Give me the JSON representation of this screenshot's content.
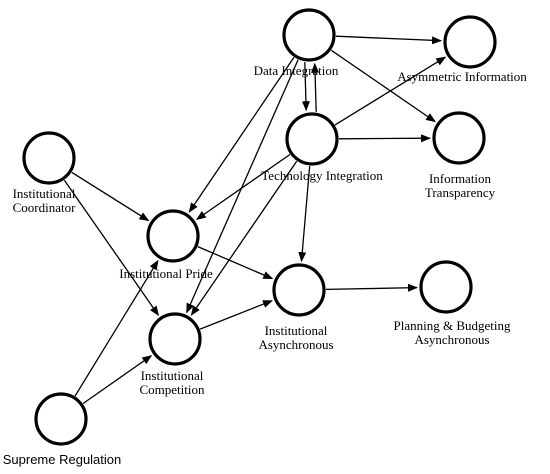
{
  "diagram": {
    "nodes": [
      {
        "id": "data_integration",
        "label": [
          "Data Integration"
        ]
      },
      {
        "id": "asymmetric_information",
        "label": [
          "Asymmetric Information"
        ]
      },
      {
        "id": "technology_integration",
        "label": [
          "Technology Integration"
        ]
      },
      {
        "id": "information_transparency",
        "label": [
          "Information",
          "Transparency"
        ]
      },
      {
        "id": "institutional_coordinator",
        "label": [
          "Institutional",
          "Coordinator"
        ]
      },
      {
        "id": "institutional_pride",
        "label": [
          "Institutional Pride"
        ]
      },
      {
        "id": "institutional_asynchronous",
        "label": [
          "Institutional",
          "Asynchronous"
        ]
      },
      {
        "id": "planning_budgeting_asynchronous",
        "label": [
          "Planning & Budgeting",
          "Asynchronous"
        ]
      },
      {
        "id": "institutional_competition",
        "label": [
          "Institutional",
          "Competition"
        ]
      },
      {
        "id": "supreme_regulation",
        "label": [
          "Supreme Regulation"
        ]
      }
    ],
    "edges": [
      {
        "from": "data_integration",
        "to": "asymmetric_information"
      },
      {
        "from": "data_integration",
        "to": "information_transparency"
      },
      {
        "from": "data_integration",
        "to": "technology_integration"
      },
      {
        "from": "technology_integration",
        "to": "data_integration"
      },
      {
        "from": "technology_integration",
        "to": "asymmetric_information"
      },
      {
        "from": "technology_integration",
        "to": "information_transparency"
      },
      {
        "from": "data_integration",
        "to": "institutional_pride"
      },
      {
        "from": "data_integration",
        "to": "institutional_competition"
      },
      {
        "from": "technology_integration",
        "to": "institutional_pride"
      },
      {
        "from": "technology_integration",
        "to": "institutional_competition"
      },
      {
        "from": "technology_integration",
        "to": "institutional_asynchronous"
      },
      {
        "from": "institutional_coordinator",
        "to": "institutional_pride"
      },
      {
        "from": "institutional_coordinator",
        "to": "institutional_competition"
      },
      {
        "from": "institutional_pride",
        "to": "institutional_asynchronous"
      },
      {
        "from": "institutional_competition",
        "to": "institutional_asynchronous"
      },
      {
        "from": "institutional_asynchronous",
        "to": "planning_budgeting_asynchronous"
      },
      {
        "from": "supreme_regulation",
        "to": "institutional_pride"
      },
      {
        "from": "supreme_regulation",
        "to": "institutional_competition"
      }
    ]
  }
}
